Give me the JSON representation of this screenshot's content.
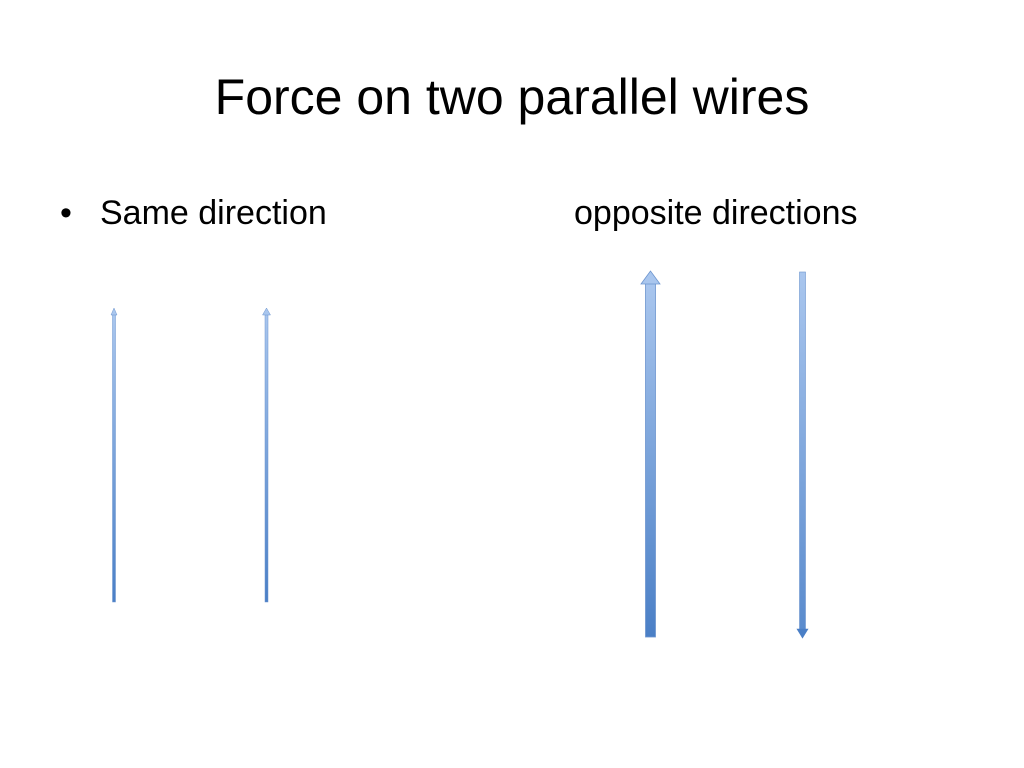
{
  "slide": {
    "title": "Force on two parallel wires",
    "bullet_glyph": "•",
    "labels": {
      "same": "Same direction",
      "opposite": "opposite directions"
    }
  },
  "diagram": {
    "colors": {
      "wire_light": "#a9c6ee",
      "wire_dark": "#4a7fc6",
      "wire_edge": "#6d95cf"
    },
    "wires": [
      {
        "group": "same",
        "current_direction": "up"
      },
      {
        "group": "same",
        "current_direction": "up"
      },
      {
        "group": "opposite",
        "current_direction": "up"
      },
      {
        "group": "opposite",
        "current_direction": "down"
      }
    ]
  }
}
